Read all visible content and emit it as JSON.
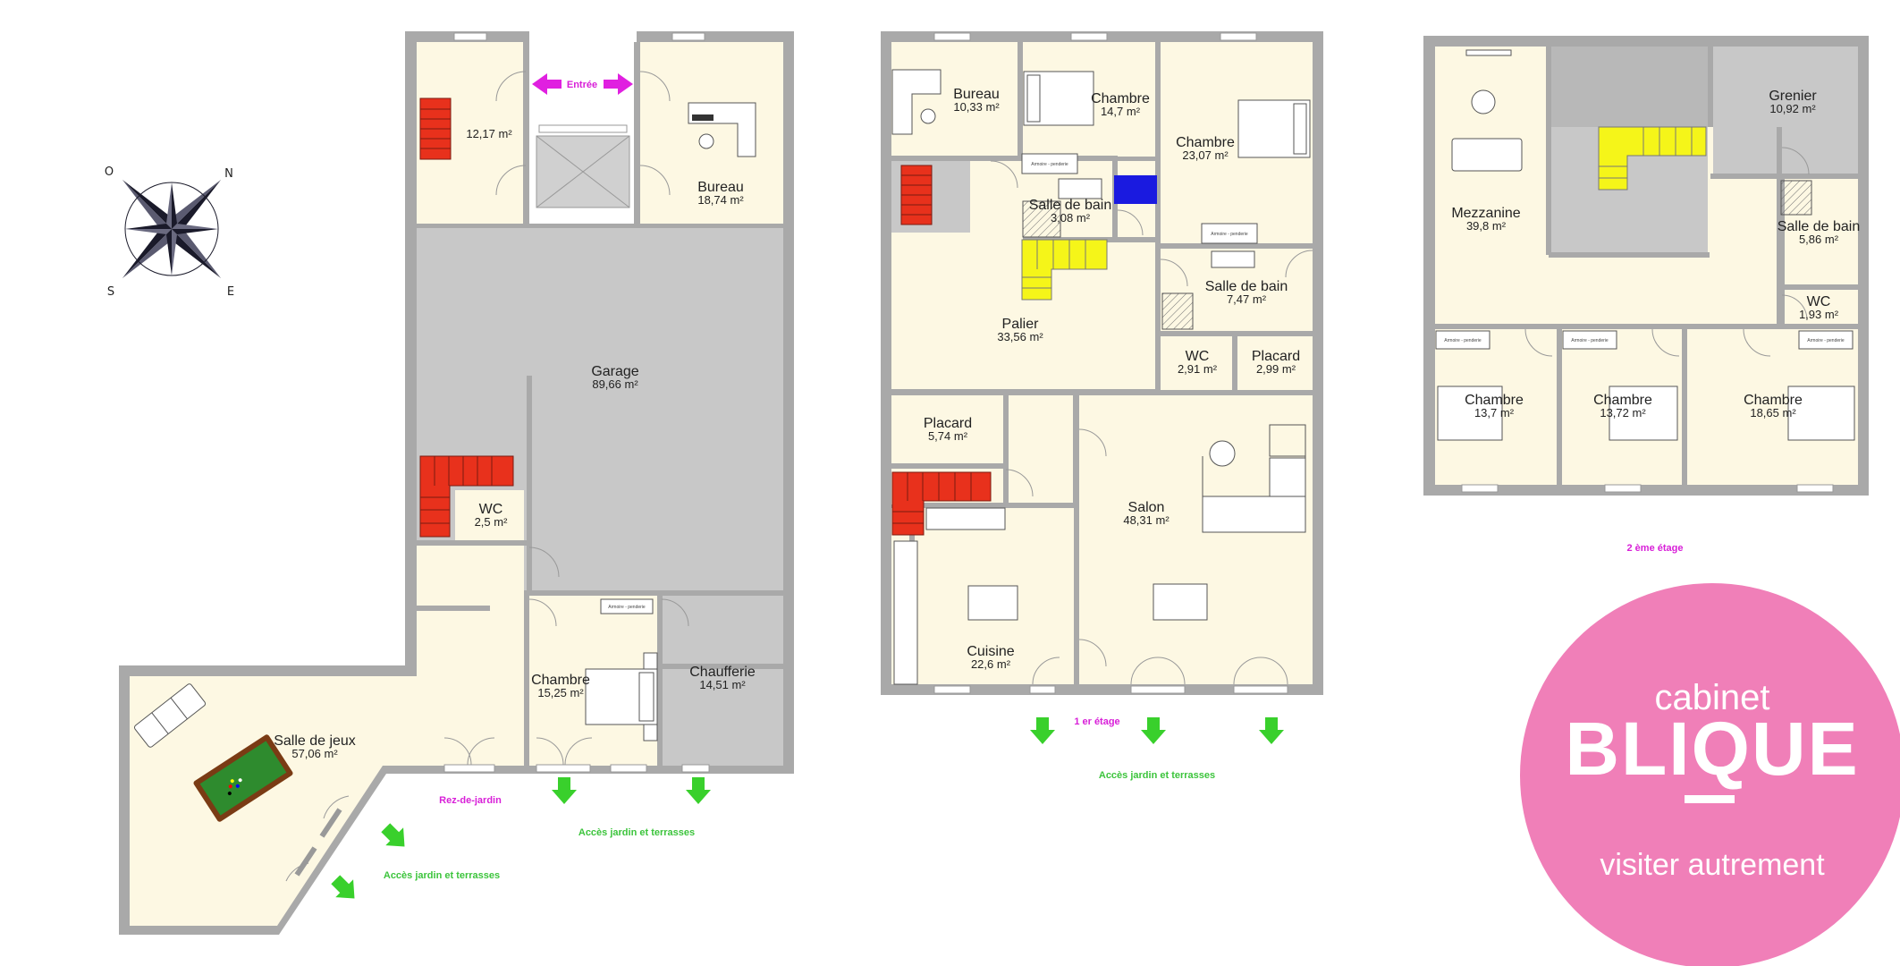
{
  "floors": {
    "ground": {
      "label": "Rez-de-jardin",
      "access_label": "Accès jardin et terrasses",
      "entry_label": "Entrée",
      "rooms": [
        {
          "id": "rdj-storage",
          "name": "",
          "area": "12,17 m²"
        },
        {
          "id": "rdj-bureau",
          "name": "Bureau",
          "area": "18,74 m²"
        },
        {
          "id": "rdj-garage",
          "name": "Garage",
          "area": "89,66 m²"
        },
        {
          "id": "rdj-wc",
          "name": "WC",
          "area": "2,5 m²"
        },
        {
          "id": "rdj-chambre",
          "name": "Chambre",
          "area": "15,25 m²"
        },
        {
          "id": "rdj-chaufferie",
          "name": "Chaufferie",
          "area": "14,51 m²"
        },
        {
          "id": "rdj-jeux",
          "name": "Salle de jeux",
          "area": "57,06 m²"
        }
      ]
    },
    "first": {
      "label": "1 er étage",
      "access_label": "Accès jardin et terrasses",
      "rooms": [
        {
          "id": "e1-bureau",
          "name": "Bureau",
          "area": "10,33 m²"
        },
        {
          "id": "e1-chambre1",
          "name": "Chambre",
          "area": "14,7 m²"
        },
        {
          "id": "e1-chambre2",
          "name": "Chambre",
          "area": "23,07 m²"
        },
        {
          "id": "e1-sdb1",
          "name": "Salle de bain",
          "area": "3,08 m²"
        },
        {
          "id": "e1-sdb2",
          "name": "Salle de bain",
          "area": "7,47 m²"
        },
        {
          "id": "e1-palier",
          "name": "Palier",
          "area": "33,56 m²"
        },
        {
          "id": "e1-wc",
          "name": "WC",
          "area": "2,91 m²"
        },
        {
          "id": "e1-placard1",
          "name": "Placard",
          "area": "2,99 m²"
        },
        {
          "id": "e1-placard2",
          "name": "Placard",
          "area": "5,74 m²"
        },
        {
          "id": "e1-salon",
          "name": "Salon",
          "area": "48,31 m²"
        },
        {
          "id": "e1-cuisine",
          "name": "Cuisine",
          "area": "22,6 m²"
        }
      ]
    },
    "second": {
      "label": "2 ème étage",
      "rooms": [
        {
          "id": "e2-grenier",
          "name": "Grenier",
          "area": "10,92 m²"
        },
        {
          "id": "e2-mezzanine",
          "name": "Mezzanine",
          "area": "39,8 m²"
        },
        {
          "id": "e2-sdb",
          "name": "Salle de bain",
          "area": "5,86 m²"
        },
        {
          "id": "e2-wc",
          "name": "WC",
          "area": "1,93 m²"
        },
        {
          "id": "e2-chambre1",
          "name": "Chambre",
          "area": "13,7 m²"
        },
        {
          "id": "e2-chambre2",
          "name": "Chambre",
          "area": "13,72 m²"
        },
        {
          "id": "e2-chambre3",
          "name": "Chambre",
          "area": "18,65 m²"
        }
      ]
    }
  },
  "compass": {
    "n": "N",
    "s": "S",
    "e": "E",
    "o": "O"
  },
  "wardrobe_label": "Armoire - penderie",
  "brand": {
    "line1": "cabinet",
    "line2": "BLIQUE",
    "tagline_a": "visiter",
    "tagline_b": "autrement",
    "color": "#f07fb8"
  },
  "colors": {
    "room": "#fdf8e3",
    "wall": "#a9a9a9",
    "garage": "#c8c8c8",
    "stairs_red": "#e8311c",
    "stairs_yellow": "#f5f519",
    "blue": "#1a1ae0",
    "arrow_green": "#39d02c",
    "arrow_magenta": "#e020e0"
  }
}
